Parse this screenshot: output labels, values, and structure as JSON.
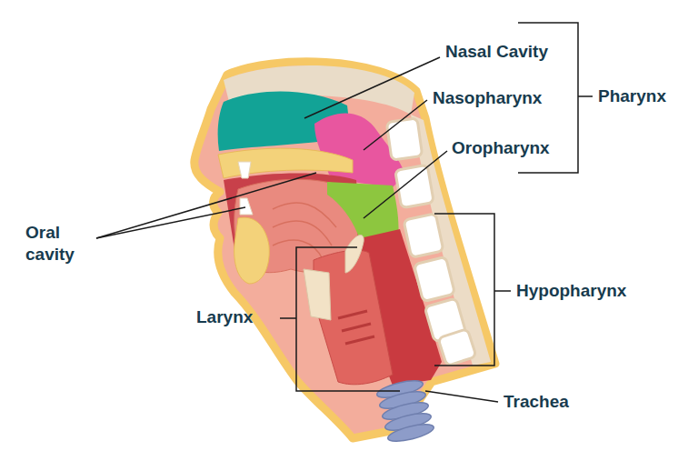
{
  "diagram": {
    "labels": [
      "Nasal Cavity",
      "Pharynx",
      "Nasopharynx",
      "Oropharynx",
      "Oral cavity",
      "Larynx",
      "Hypopharynx",
      "Trachea"
    ]
  }
}
